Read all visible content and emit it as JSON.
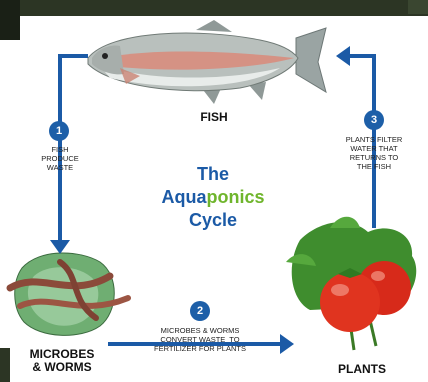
{
  "colors": {
    "arrow": "#1b5aa6",
    "badge": "#1d5fa8",
    "title_blue": "#1b5aa6",
    "title_green": "#6fb52c"
  },
  "title": {
    "line1": "The",
    "line2_part1": "Aqua",
    "line2_part2": "ponics",
    "line3": "Cycle"
  },
  "nodes": {
    "fish": "FISH",
    "microbes_line1": "MICROBES",
    "microbes_line2": "& WORMS",
    "plants": "PLANTS"
  },
  "steps": [
    {
      "number": "1",
      "lines": [
        "FISH",
        "PRODUCE",
        "WASTE"
      ]
    },
    {
      "number": "2",
      "lines": [
        "MICROBES & WORMS",
        "CONVERT WASTE  TO",
        "FERTILIZER FOR PLANTS"
      ]
    },
    {
      "number": "3",
      "lines": [
        "PLANTS FILTER",
        "WATER THAT",
        "RETURNS TO",
        "THE FISH"
      ]
    }
  ]
}
